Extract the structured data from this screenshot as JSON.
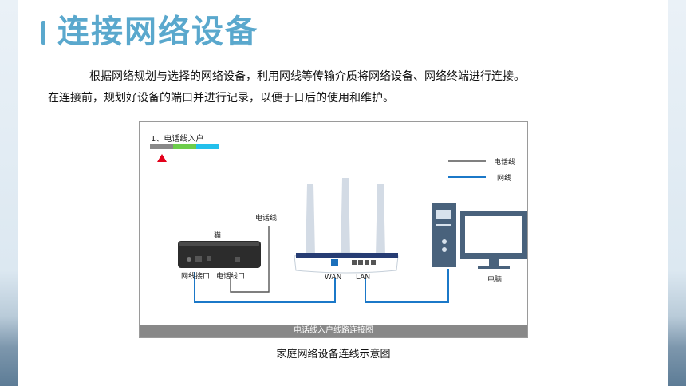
{
  "title": "连接网络设备",
  "paragraphs": [
    "根据网络规划与选择的网络设备，利用网线等传输介质将网络设备、网络终端进行连接。",
    "在连接前，规划好设备的端口并进行记录，以便于日后的使用和维护。"
  ],
  "figure": {
    "step_label": "1、电话线入户",
    "legend": {
      "phone_line": "电话线",
      "network_cable": "网线"
    },
    "phone_line_label": "电话线",
    "modem_label": "猫",
    "modem_ports": [
      "网线接口",
      "电话线口"
    ],
    "router_ports": [
      "WAN",
      "LAN"
    ],
    "computer_label": "电脑",
    "footer": "电话线入户线路连接图",
    "colors": {
      "phone_line": "#808080",
      "network_cable": "#1b78c8",
      "device": "#49627c"
    }
  },
  "caption": "家庭网络设备连线示意图"
}
